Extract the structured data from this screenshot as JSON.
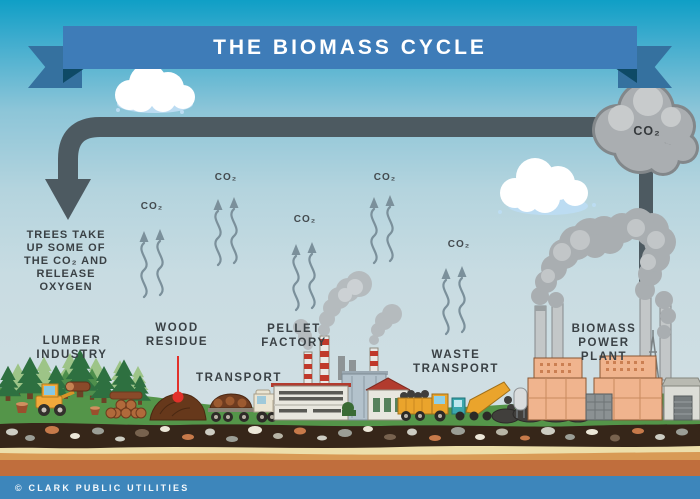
{
  "banner": {
    "title": "THE BIOMASS CYCLE"
  },
  "co2_cloud": {
    "label": "CO₂"
  },
  "notes": {
    "trees": "TREES TAKE\nUP SOME OF\nTHE CO₂ AND\nRELEASE\nOXYGEN"
  },
  "emissions": [
    {
      "label": "CO₂"
    },
    {
      "label": "CO₂"
    },
    {
      "label": "CO₂"
    },
    {
      "label": "CO₂"
    },
    {
      "label": "CO₂"
    }
  ],
  "stages": [
    {
      "label": "LUMBER\nINDUSTRY"
    },
    {
      "label": "WOOD\nRESIDUE"
    },
    {
      "label": "TRANSPORT"
    },
    {
      "label": "PELLET\nFACTORY"
    },
    {
      "label": "WASTE\nTRANSPORT"
    },
    {
      "label": "BIOMASS\nPOWER\nPLANT"
    }
  ],
  "footer": {
    "text": "© CLARK PUBLIC UTILITIES"
  },
  "colors": {
    "banner_blue": "#3e7cb8",
    "banner_fold": "#0e4a66",
    "pipe_gray": "#4d5a61",
    "grass_green": "#549549",
    "footer_blue": "#3d86bb",
    "label_text": "#3a4145"
  }
}
